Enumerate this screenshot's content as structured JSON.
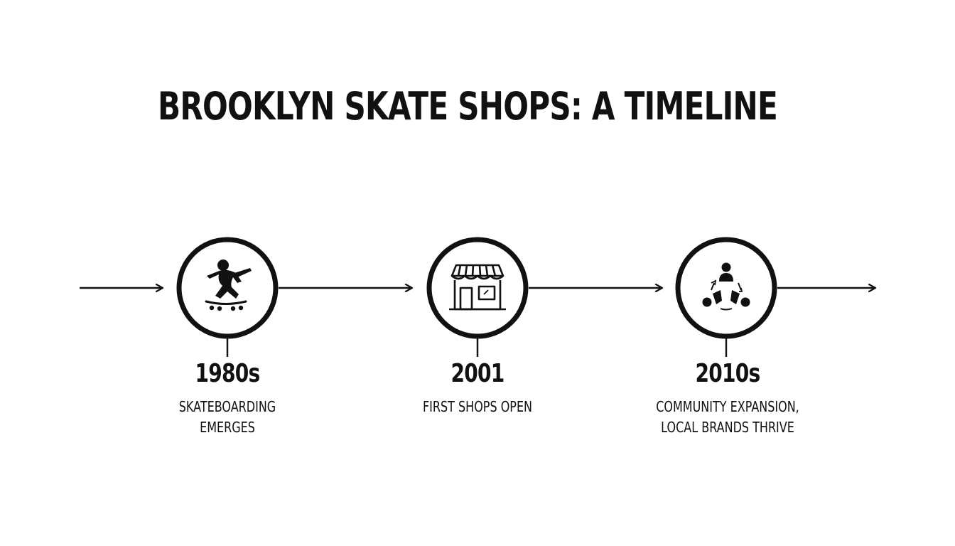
{
  "title": "BROOKLYN SKATE SHOPS: A TIMELINE",
  "colors": {
    "ink": "#111111",
    "background": "#ffffff"
  },
  "milestones": [
    {
      "icon": "skateboarder-icon",
      "year": "1980s",
      "description_lines": [
        "SKATEBOARDING",
        "EMERGES"
      ]
    },
    {
      "icon": "storefront-icon",
      "year": "2001",
      "description_lines": [
        "FIRST SHOPS OPEN"
      ]
    },
    {
      "icon": "community-cycle-icon",
      "year": "2010s",
      "description_lines": [
        "COMMUNITY EXPANSION,",
        "LOCAL BRANDS THRIVE"
      ]
    }
  ]
}
